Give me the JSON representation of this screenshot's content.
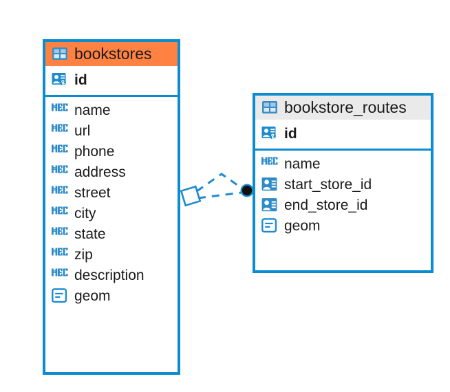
{
  "diagram": {
    "type": "entity-relationship-diagram",
    "background": "#FFFFFF",
    "accent_color": "#0C8CD0",
    "highlight_color": "#FF8243",
    "header_grey": "#EAEAEA",
    "text_color": "#1A1A1A"
  },
  "entities": [
    {
      "name": "bookstores",
      "header_style": "orange",
      "icon": "table-grid-icon",
      "primary_key": {
        "label": "id",
        "icon": "primary-key-icon",
        "type": "serial"
      },
      "fields": [
        {
          "label": "name",
          "icon": "text-abc-icon",
          "type": "text"
        },
        {
          "label": "url",
          "icon": "text-abc-icon",
          "type": "text"
        },
        {
          "label": "phone",
          "icon": "text-abc-icon",
          "type": "text"
        },
        {
          "label": "address",
          "icon": "text-abc-icon",
          "type": "text"
        },
        {
          "label": "street",
          "icon": "text-abc-icon",
          "type": "text"
        },
        {
          "label": "city",
          "icon": "text-abc-icon",
          "type": "text"
        },
        {
          "label": "state",
          "icon": "text-abc-icon",
          "type": "text"
        },
        {
          "label": "zip",
          "icon": "text-abc-icon",
          "type": "text"
        },
        {
          "label": "description",
          "icon": "text-abc-icon",
          "type": "text"
        },
        {
          "label": "geom",
          "icon": "geometry-icon",
          "type": "geometry"
        }
      ]
    },
    {
      "name": "bookstore_routes",
      "header_style": "grey",
      "icon": "table-grid-icon",
      "primary_key": {
        "label": "id",
        "icon": "primary-key-icon",
        "type": "serial"
      },
      "fields": [
        {
          "label": "name",
          "icon": "text-abc-icon",
          "type": "text"
        },
        {
          "label": "start_store_id",
          "icon": "foreign-key-icon",
          "type": "integer"
        },
        {
          "label": "end_store_id",
          "icon": "foreign-key-icon",
          "type": "integer"
        },
        {
          "label": "geom",
          "icon": "geometry-icon",
          "type": "geometry"
        }
      ]
    }
  ],
  "relationship": {
    "style": "dashed",
    "color": "#0C8CD0",
    "source_endpoint": "diamond-outline",
    "target_endpoint": "filled-circle",
    "branches": 2
  }
}
